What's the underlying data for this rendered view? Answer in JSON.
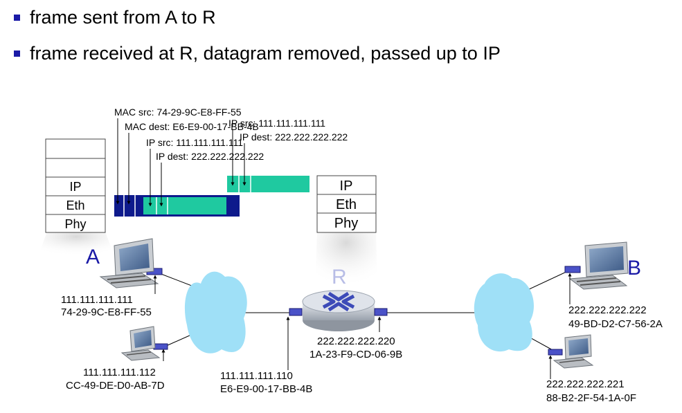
{
  "bullets": [
    "frame sent from A to R",
    "frame received at R, datagram removed, passed up to IP"
  ],
  "hosts": {
    "A": {
      "name": "A"
    },
    "B": {
      "name": "B"
    },
    "R": {
      "name": "R"
    }
  },
  "addresses": {
    "a_ip": "111.111.111.111",
    "a_mac": "74-29-9C-E8-FF-55",
    "a2_ip": "111.111.111.112",
    "a2_mac": "CC-49-DE-D0-AB-7D",
    "r_left_ip": "111.111.111.110",
    "r_left_mac": "E6-E9-00-17-BB-4B",
    "r_right_ip": "222.222.222.220",
    "r_right_mac": "1A-23-F9-CD-06-9B",
    "b_ip": "222.222.222.222",
    "b_mac": "49-BD-D2-C7-56-2A",
    "b2_ip": "222.222.222.221",
    "b2_mac": "88-B2-2F-54-1A-0F"
  },
  "frame_labels": {
    "mac_src": "MAC src: 74-29-9C-E8-FF-55",
    "mac_dest": "MAC dest: E6-E9-00-17-BB-4B",
    "ip_src": "IP src: 111.111.111.111",
    "ip_dest": "IP dest: 222.222.222.222"
  },
  "datagram_labels": {
    "ip_src": "IP src: 111.111.111.111",
    "ip_dest": "IP dest: 222.222.222.222"
  },
  "stack_a": [
    "IP",
    "Eth",
    "Phy"
  ],
  "stack_r": [
    "IP",
    "Eth",
    "Phy"
  ],
  "colors": {
    "frame": "#0e1a8c",
    "datagram": "#1fc9a0",
    "cloud": "#9fe0f7",
    "interface": "#4a52c8",
    "title_blue": "#1a1aa6"
  }
}
